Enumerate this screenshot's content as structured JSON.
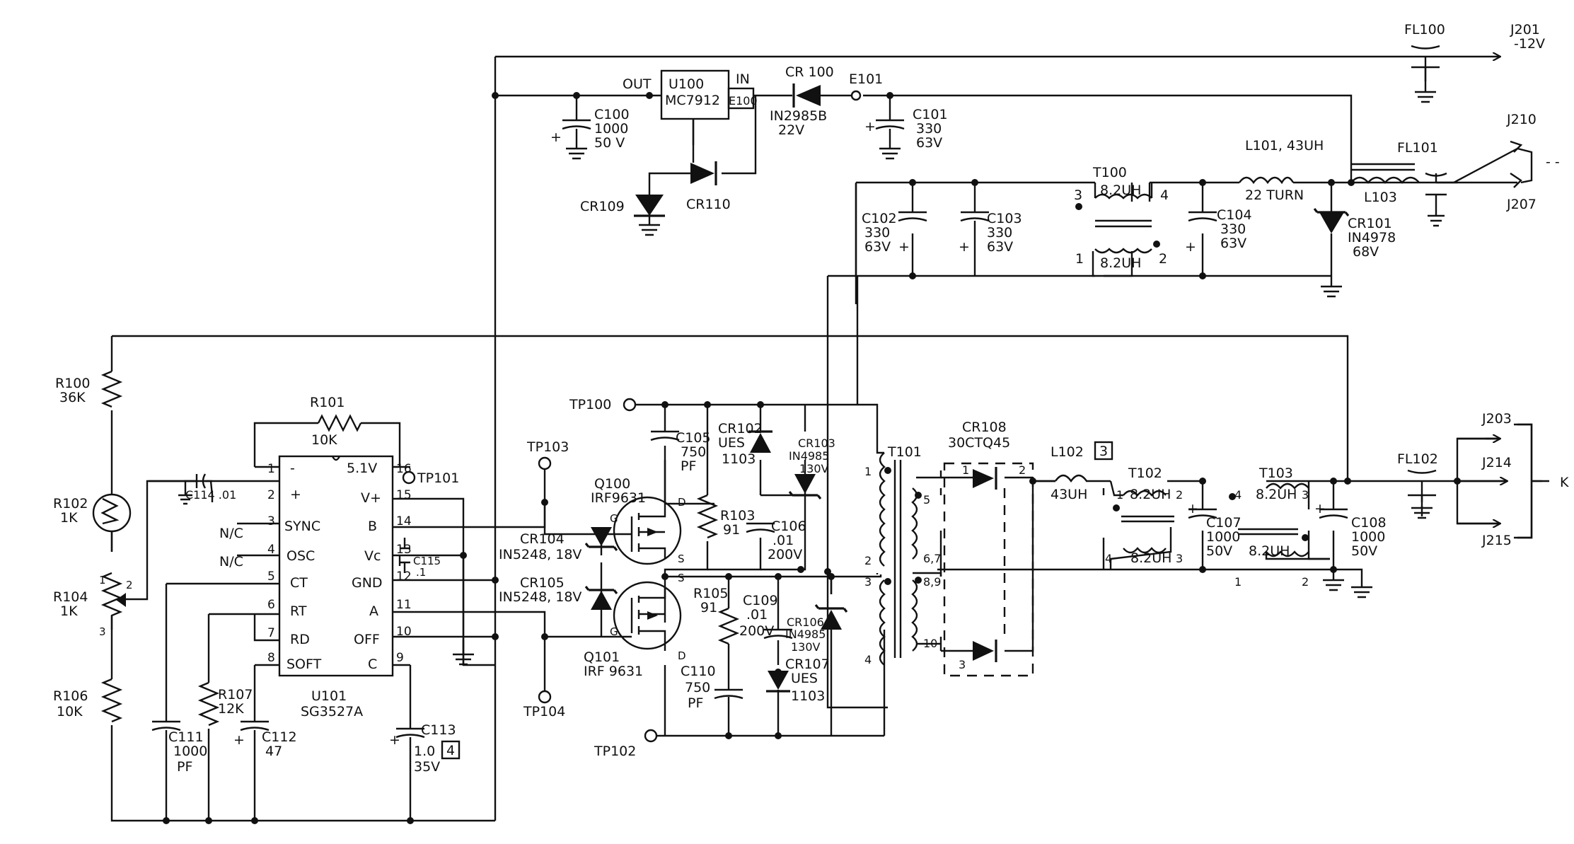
{
  "colors": {
    "ink": "#111111",
    "paper": "#ffffff"
  },
  "labels": {
    "u100_ref": "U100",
    "u100_part": "MC7912",
    "u100_out": "OUT",
    "u100_in": "IN",
    "e100": "E100",
    "c100_ref": "C100",
    "c100_val": "1000",
    "c100_volt": "50 V",
    "cr100_ref": "CR 100",
    "cr100_part": "IN2985B",
    "cr100_volt": "22V",
    "e101": "E101",
    "c101_ref": "C101",
    "c101_val": "330",
    "c101_volt": "63V",
    "fl100": "FL100",
    "j201": "J201",
    "j201_v": "-12V",
    "cr109": "CR109",
    "cr110": "CR110",
    "t100": "T100",
    "t100_a": "8.2UH",
    "t100_b": "8.2UH",
    "l101": "L101, 43UH",
    "l101_turns": "22 TURN",
    "fl101": "FL101",
    "l103": "L103",
    "j210": "J210",
    "j207": "J207",
    "c102_ref": "C102",
    "c102_val": "330",
    "c102_volt": "63V",
    "c103_ref": "C103",
    "c103_val": "330",
    "c103_volt": "63V",
    "c104_ref": "C104",
    "c104_val": "330",
    "c104_volt": "63V",
    "cr101_ref": "CR101",
    "cr101_part": "IN4978",
    "cr101_volt": "68V",
    "r100_ref": "R100",
    "r100_val": "36K",
    "r101_ref": "R101",
    "r101_val": "10K",
    "r102_ref": "R102",
    "r102_val": "1K",
    "r104_ref": "R104",
    "r104_val": "1K",
    "r106_ref": "R106",
    "r106_val": "10K",
    "r107_ref": "R107",
    "r107_val": "12K",
    "c114": "C114 .01",
    "c111_ref": "C111",
    "c111_val": "1000",
    "c111_unit": "PF",
    "c112_ref": "C112",
    "c112_val": "47",
    "c113_ref": "C113",
    "c113_val": "1.0",
    "c113_volt": "35V",
    "note3": "3",
    "note4": "4",
    "u101_ref": "U101",
    "u101_part": "SG3527A",
    "nc1": "N/C",
    "nc2": "N/C",
    "c115_ref": "C115",
    "c115_val": ".1",
    "tp100": "TP100",
    "tp101": "TP101",
    "tp102": "TP102",
    "tp103": "TP103",
    "tp104": "TP104",
    "q100_ref": "Q100",
    "q100_part": "IRF9631",
    "q101_ref": "Q101",
    "q101_part": "IRF 9631",
    "cr104_ref": "CR104",
    "cr104_val": "IN5248, 18V",
    "cr105_ref": "CR105",
    "cr105_val": "IN5248, 18V",
    "c105_ref": "C105",
    "c105_val": "750",
    "c105_unit": "PF",
    "cr102_ref": "CR102",
    "cr102_part": "UES",
    "cr102_num": "1103",
    "cr103_ref": "CR103",
    "cr103_part": "IN4985",
    "cr103_volt": "130V",
    "r103_ref": "R103",
    "r103_val": "91",
    "c106_ref": "C106",
    "c106_val": ".01",
    "c106_volt": "200V",
    "r105_ref": "R105",
    "r105_val": "91",
    "c109_ref": "C109",
    "c109_val": ".01",
    "c109_volt": "200V",
    "cr106_ref": "CR106",
    "cr106_part": "IN4985",
    "cr106_volt": "130V",
    "cr107_ref": "CR107",
    "cr107_part": "UES",
    "cr107_num": "1103",
    "c110_ref": "C110",
    "c110_val": "750",
    "c110_unit": "PF",
    "t101": "T101",
    "cr108_ref": "CR108",
    "cr108_part": "30CTQ45",
    "l102": "L102",
    "l102_val": "43UH",
    "t102": "T102",
    "t102_a": "8.2UH",
    "t102_b": "8.2UH",
    "t103": "T103",
    "t103_a": "8.2UH",
    "t103_b": "8.2UH",
    "c107_ref": "C107",
    "c107_val": "1000",
    "c107_volt": "50V",
    "c108_ref": "C108",
    "c108_val": "1000",
    "c108_volt": "50V",
    "fl102": "FL102",
    "j203": "J203",
    "j214": "J214",
    "j215": "J215",
    "k_edge": "K",
    "dash_edge": "- -"
  },
  "u101_pins": {
    "p1_num": "1",
    "p1_name": "-",
    "p2_num": "2",
    "p2_name": "+",
    "p3_num": "3",
    "p3_name": "SYNC",
    "p4_num": "4",
    "p4_name": "OSC",
    "p5_num": "5",
    "p5_name": "CT",
    "p6_num": "6",
    "p6_name": "RT",
    "p7_num": "7",
    "p7_name": "RD",
    "p8_num": "8",
    "p8_name": "SOFT",
    "p16_num": "16",
    "p16_name": "5.1V",
    "p15_num": "15",
    "p15_name": "V+",
    "p14_num": "14",
    "p14_name": "B",
    "p13_num": "13",
    "p13_name": "Vc",
    "p12_num": "12",
    "p12_name": "GND",
    "p11_num": "11",
    "p11_name": "A",
    "p10_num": "10",
    "p10_name": "OFF",
    "p9_num": "9",
    "p9_name": "C"
  },
  "pin_numbers": {
    "r104_p1": "1",
    "r104_p2": "2",
    "r104_p3": "3",
    "q100_g": "G",
    "q100_s": "S",
    "q100_d": "D",
    "q101_g": "G",
    "q101_s": "S",
    "q101_d": "D",
    "t100_1": "1",
    "t100_2": "2",
    "t100_3": "3",
    "t100_4": "4",
    "t101_1": "1",
    "t101_2": "2",
    "t101_3": "3",
    "t101_4": "4",
    "t101_5": "5",
    "t101_67": "6,7",
    "t101_89": "8,9",
    "t101_10": "10",
    "cr108_1": "1",
    "cr108_2": "2",
    "cr108_3": "3",
    "t102_1": "1",
    "t102_2": "2",
    "t102_3": "3",
    "t102_4": "4",
    "t103_1": "1",
    "t103_2": "2",
    "t103_3": "3",
    "t103_4": "4"
  }
}
